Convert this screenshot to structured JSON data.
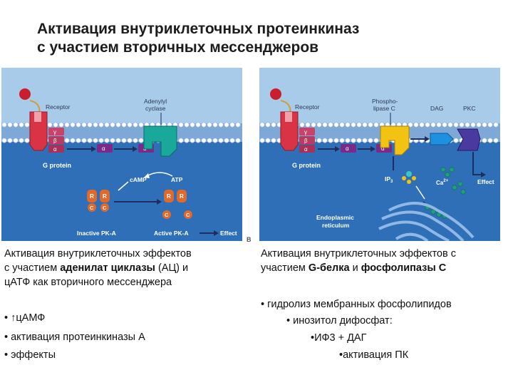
{
  "title": {
    "line1": "Активация внутриклеточных протеинкиназ",
    "line2": "с участием вторичных мессенджеров"
  },
  "panel_a": {
    "receptor": "Receptor",
    "enzyme_line1": "Adenylyl",
    "enzyme_line2": "cyclase",
    "g_protein": "G protein",
    "gamma": "γ",
    "beta": "β",
    "alpha": "α",
    "camp": "cAMP",
    "atp": "ATP",
    "r": "R",
    "c": "C",
    "inactive": "Inactive PK-A",
    "active": "Active PK-A",
    "effect": "Effect"
  },
  "panel_b": {
    "receptor": "Receptor",
    "enzyme_line1": "Phospho-",
    "enzyme_line2": "lipase C",
    "dag": "DAG",
    "pkc": "PKC",
    "g_protein": "G protein",
    "gamma": "γ",
    "beta": "β",
    "alpha": "α",
    "ip3": "IP",
    "ip3_sub": "3",
    "ca": "Ca",
    "ca_sup": "2+",
    "er_line1": "Endoplasmic",
    "er_line2": "reticulum",
    "effect": "Effect"
  },
  "panel_mark": "B",
  "caption_a": {
    "line1": "Активация внутриклеточных эффектов",
    "line2_pre": "с участием ",
    "line2_bold": "аденилат циклазы",
    "line2_post": " (АЦ) и",
    "line3": "цАТФ как вторичного мессенджера",
    "bullets": [
      "• ↑цАМФ",
      "• активация протеинкиназы А",
      "• эффекты"
    ]
  },
  "caption_b": {
    "line1": "Активация внутриклеточных эффектов с",
    "line2_pre": "участием ",
    "line2_bold1": "G-белка",
    "line2_mid": " и ",
    "line2_bold2": "фосфолипазы С",
    "bullets": [
      "• гидролиз мембранных фосфолипидов",
      "• инозитол дифосфат:",
      "•ИФ3 + ДАГ",
      "•активация ПК"
    ]
  },
  "colors": {
    "extracellular": "#a9cbea",
    "cytoplasm": "#2e6fb8",
    "membrane_head": "#ffffff",
    "receptor": "#d93345",
    "g_protein": "#c8436a",
    "adenylyl_cyclase": "#19a89a",
    "phospholipase_c": "#f3c313",
    "pkc": "#4a3aa0",
    "dag": "#1f8fe0",
    "pka": "#e06a2c",
    "ligand": "#c81e2e"
  }
}
